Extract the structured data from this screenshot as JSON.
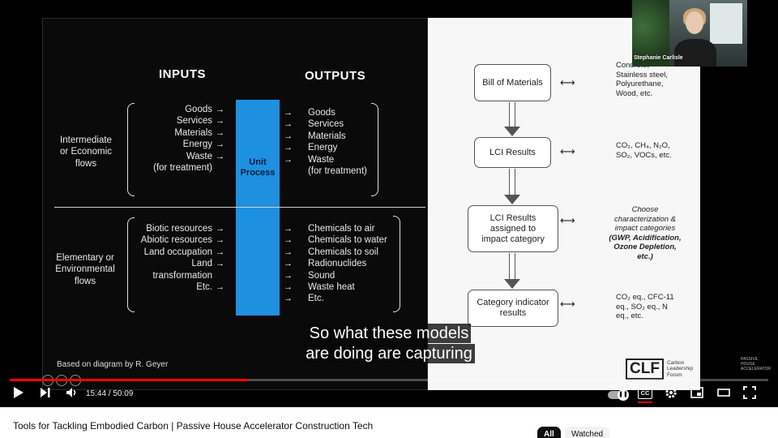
{
  "slide_left": {
    "inputs_header": "INPUTS",
    "outputs_header": "OUTPUTS",
    "intermediate_label": [
      "Intermediate",
      "or Economic",
      "flows"
    ],
    "elementary_label": [
      "Elementary or",
      "Environmental",
      "flows"
    ],
    "top_inputs": [
      "Goods",
      "Services",
      "Materials",
      "Energy",
      "Waste",
      "(for treatment)"
    ],
    "top_outputs": [
      "Goods",
      "Services",
      "Materials",
      "Energy",
      "Waste",
      "(for treatment)"
    ],
    "bottom_inputs": [
      "Biotic resources",
      "Abiotic resources",
      "Land occupation",
      "Land",
      "transformation",
      "Etc."
    ],
    "bottom_outputs": [
      "Chemicals to air",
      "Chemicals to water",
      "Chemicals to soil",
      "Radionuclides",
      "Sound",
      "Waste heat",
      "Etc."
    ],
    "unit_process": [
      "Unit",
      "Process"
    ],
    "attribution": "Based on diagram by R. Geyer"
  },
  "slide_right": {
    "boxes": {
      "bom": "Bill of Materials",
      "lci": "LCI Results",
      "lci_assigned": [
        "LCI Results",
        "assigned to",
        "impact category"
      ],
      "category": [
        "Category indicator",
        "results"
      ]
    },
    "notes": {
      "bom": [
        "Concrete,",
        "Stainless steel,",
        "Polyurethane,",
        "Wood, etc."
      ],
      "lci": [
        "CO₂, CH₄, N₂O,",
        "SO₂, VOCs, etc."
      ],
      "lci_assigned": [
        "Choose",
        "characterization &",
        "impact categories",
        "(GWP, Acidification,",
        "Ozone Depletion, etc.)"
      ],
      "category": [
        "CO₂ eq., CFC-11",
        "eq., SO₂ eq., N",
        "eq., etc."
      ]
    },
    "clf_logo": "CLF",
    "clf_sub": [
      "Carbon",
      "Leadership",
      "Forum"
    ],
    "tiny_logo": [
      "PASSIVE",
      "HOUSE",
      "ACCELERATOR"
    ]
  },
  "webcam": {
    "name": "Stephanie Carlisle"
  },
  "caption": {
    "line1": "So what these models",
    "line2": "are doing are capturing"
  },
  "player": {
    "time_current": "15:44",
    "time_total": "50:09",
    "progress_fraction": 0.3138,
    "cc_label": "CC"
  },
  "page": {
    "video_title": "Tools for Tackling Embodied Carbon | Passive House Accelerator Construction Tech",
    "chips": {
      "all": "All",
      "watched": "Watched"
    }
  }
}
